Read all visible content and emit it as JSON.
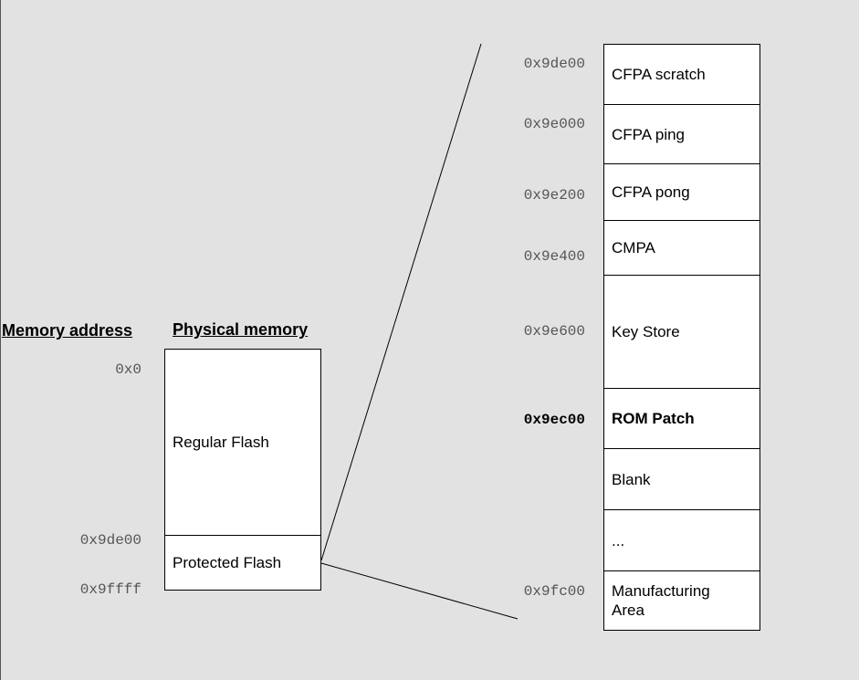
{
  "headings": {
    "memory_address": "Memory address",
    "physical_memory": "Physical memory"
  },
  "left_regions": [
    {
      "label": "Regular Flash"
    },
    {
      "label": "Protected Flash"
    }
  ],
  "left_addresses": [
    "0x0",
    "0x9de00",
    "0x9ffff"
  ],
  "right_regions": [
    {
      "label": "CFPA scratch",
      "address": "0x9de00"
    },
    {
      "label": "CFPA ping",
      "address": "0x9e000"
    },
    {
      "label": "CFPA pong",
      "address": "0x9e200"
    },
    {
      "label": "CMPA",
      "address": "0x9e400"
    },
    {
      "label": "Key Store",
      "address": "0x9e600"
    },
    {
      "label": "ROM Patch",
      "address": "0x9ec00"
    },
    {
      "label": "Blank",
      "address": ""
    },
    {
      "label": "...",
      "address": ""
    },
    {
      "label": "Manufacturing Area",
      "address": "0x9fc00"
    }
  ]
}
